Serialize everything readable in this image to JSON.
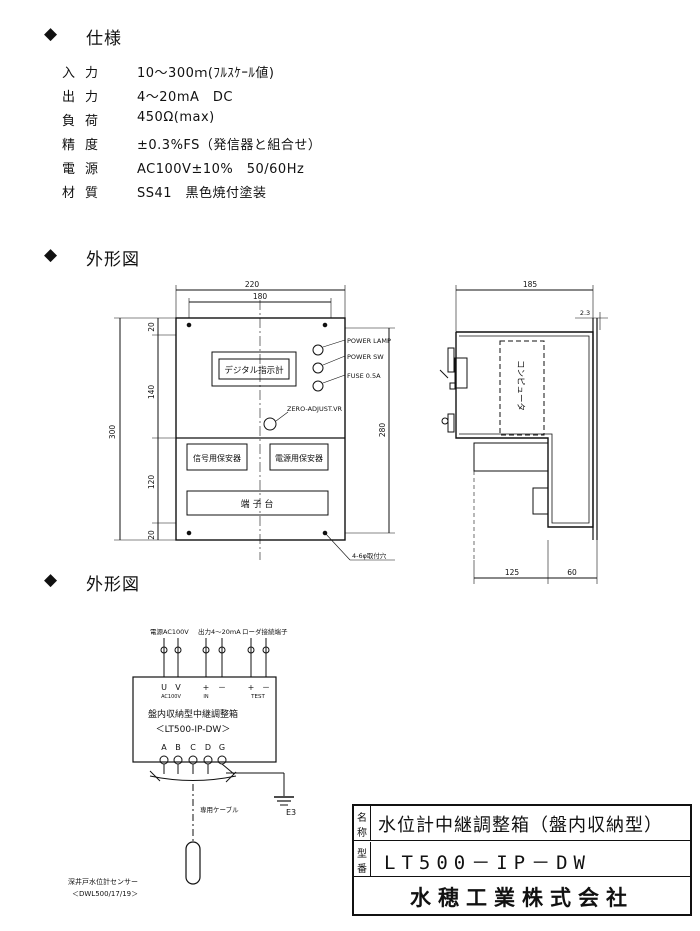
{
  "sections": {
    "spec_title": "仕様",
    "outline1_title": "外形図",
    "outline2_title": "外形図",
    "bullet": "◆"
  },
  "spec": [
    {
      "label": "入力",
      "value": "10～300ｍ(ﾌﾙｽｹｰﾙ値)"
    },
    {
      "label": "出力",
      "value": "4～20mA　DC"
    },
    {
      "label": "負荷",
      "value": "450Ω(max)"
    },
    {
      "label": "精度",
      "value": "±0.3%FS（発信器と組合せ）"
    },
    {
      "label": "電源",
      "value": "AC100V±10%　50/60Hz"
    },
    {
      "label": "材質",
      "value": "SS41　黒色焼付塗装"
    }
  ],
  "front": {
    "dim_220": "220",
    "dim_180": "180",
    "dim_300": "300",
    "dim_280": "280",
    "dim_20a": "20",
    "dim_140": "140",
    "dim_120": "120",
    "dim_20b": "20",
    "display_label": "デジタル指示計",
    "power_lamp": "POWER LAMP",
    "power_sw": "POWER SW",
    "fuse": "FUSE 0.5A",
    "zero_adjust": "ZERO-ADJUST.VR",
    "protector_signal": "信号用保安器",
    "protector_power": "電源用保安器",
    "terminal_block": "端 子 台",
    "mounting_holes": "4-6φ取付穴"
  },
  "side": {
    "dim_185": "185",
    "dim_23": "2.3",
    "dim_125": "125",
    "dim_60": "60",
    "computer": "コンピュータ"
  },
  "wiring": {
    "power_label": "電源AC100V",
    "output_label": "出力4～20mA",
    "logger_label": "ローダ接続端子",
    "t_u": "U",
    "t_v": "V",
    "t_ac100v": "AC100V",
    "t_plus_in": "+",
    "t_minus_in": "－",
    "t_in": "IN",
    "t_plus_test": "+",
    "t_minus_test": "－",
    "t_test": "TEST",
    "box_title": "盤内収納型中継調整箱",
    "box_model": "＜LT500-IP-DW＞",
    "t_a": "A",
    "t_b": "B",
    "t_c": "C",
    "t_d": "D",
    "t_g": "G",
    "cable": "専用ケーブル",
    "earth": "E3",
    "sensor_name": "深井戸水位計センサー",
    "sensor_model": "＜DWL500/17/19＞"
  },
  "title_block": {
    "name_tag1": "名",
    "name_tag2": "称",
    "type_tag1": "型",
    "type_tag2": "番",
    "product_name": "水位計中継調整箱（盤内収納型）",
    "model": "LT500－IP－DW",
    "company": "水穂工業株式会社"
  }
}
